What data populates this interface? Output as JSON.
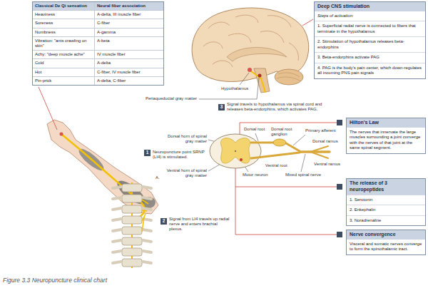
{
  "diagram": {
    "caption": "Figure 3.3 Neuropuncture clinical chart",
    "nodes": [
      {
        "text": [
          "Classical De Qi sensation",
          "Neural fiber association",
          "Heaviness",
          "A-delta, III muscle fiber",
          "Soreness",
          "C-fiber",
          "Numbness",
          "A-gamma",
          "Vibration: \"ants crawling on skin\"",
          "A-beta",
          "Achy: \"deep muscle ache\"",
          "IV muscle fiber",
          "Cold",
          "A-delta",
          "Hot",
          "C-fiber, IV muscle fiber",
          "Pin-prick",
          "A-delta, C-fiber"
        ]
      },
      {
        "text": [
          "Deep CNS stimulation",
          "Steps of activation:",
          "1. Superficial radial nerve is connected to fibers that terminate in the hypothalamus",
          "2. Stimulation of hypothalamus releases beta-endorphins",
          "3. Beta-endorphins activate PAG",
          "4. PAG is the body's pain center, which down-regulates all incoming PNS pain signals"
        ]
      },
      {
        "text": [
          "3"
        ]
      },
      {
        "text": [
          "Hilton's Law",
          "The nerves that innervate the large muscles surrounding a joint converge with the nerves of that joint at the same spinal segment."
        ]
      },
      {
        "text": [
          "1"
        ]
      },
      {
        "text": [
          "The release of 3 neuropeptides",
          "1. Serotonin",
          "2. Enkephalin",
          "3. Noradrenaline"
        ]
      },
      {
        "text": [
          "2"
        ]
      },
      {
        "text": [
          "Nerve convergence",
          "Visceral and somatic nerves converge to form the spinothalamic tract."
        ]
      }
    ],
    "labels": [
      "Hypothalamus",
      "Periaqueductal gray matter",
      "Signal travels to hypothalamus via spinal cord and releases beta-endorphins, which activates PAG.",
      "Dorsal root ganglion",
      "Dorsal root",
      "Primary afferent",
      "Dorsal horn of spinal gray matter",
      "Dorsal ramus",
      "Neuropuncture point SRNP (LI4) is stimulated.",
      "Ventral ramus",
      "Ventral root",
      "A.",
      "Ventral horn of spinal gray matter",
      "Motor neuron",
      "Mixed spinal nerve",
      "Signal from LI4 travels up radial nerve and enters brachial plexus."
    ]
  }
}
